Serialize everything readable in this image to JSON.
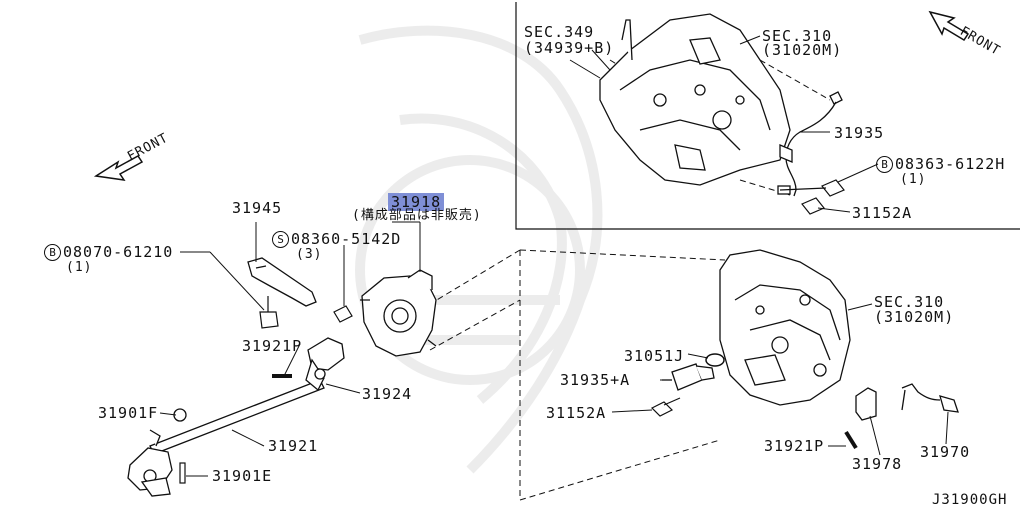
{
  "diagram_code": "J31900GH",
  "front_labels": {
    "left": "FRONT",
    "right": "FRONT"
  },
  "highlighted": {
    "part": "31918",
    "note": "(構成部品は非販売)"
  },
  "left_panel": {
    "bolt_61210": {
      "prefix": "B",
      "part": "08070-61210",
      "qty": "(1)"
    },
    "screw_5142d": {
      "prefix": "S",
      "part": "08360-5142D",
      "qty": "(3)"
    },
    "parts": [
      "31945",
      "31921P",
      "31924",
      "31901F",
      "31921",
      "31901E"
    ]
  },
  "top_right_panel": {
    "sec349": {
      "title": "SEC.349",
      "ref": "(34939+B)"
    },
    "sec310": {
      "title": "SEC.310",
      "ref": "(31020M)"
    },
    "bolt_6122h": {
      "prefix": "B",
      "part": "08363-6122H",
      "qty": "(1)"
    },
    "parts": [
      "31935",
      "31152A"
    ]
  },
  "bottom_right_panel": {
    "sec310": {
      "title": "SEC.310",
      "ref": "(31020M)"
    },
    "parts": [
      "31051J",
      "31935+A",
      "31152A",
      "31921P",
      "31978",
      "31970"
    ]
  }
}
